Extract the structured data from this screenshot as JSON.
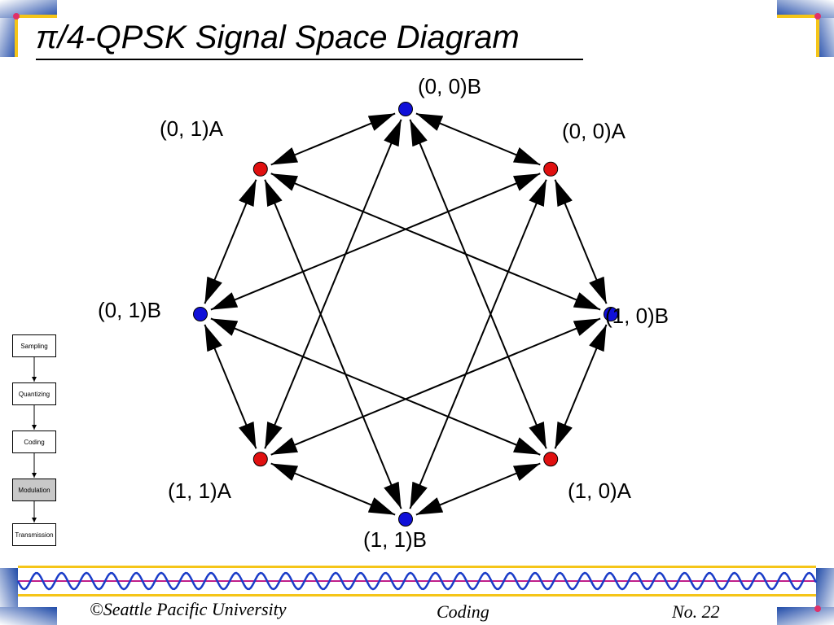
{
  "slide": {
    "title": "π/4-QPSK Signal Space Diagram"
  },
  "diagram": {
    "points": [
      {
        "id": "B00",
        "label": "(0, 0)B",
        "color": "blue"
      },
      {
        "id": "A00",
        "label": "(0, 0)A",
        "color": "red"
      },
      {
        "id": "B10",
        "label": "(1, 0)B",
        "color": "blue"
      },
      {
        "id": "A10",
        "label": "(1, 0)A",
        "color": "red"
      },
      {
        "id": "B11",
        "label": "(1, 1)B",
        "color": "blue"
      },
      {
        "id": "A11",
        "label": "(1, 1)A",
        "color": "red"
      },
      {
        "id": "B01",
        "label": "(0, 1)B",
        "color": "blue"
      },
      {
        "id": "A01",
        "label": "(0, 1)A",
        "color": "red"
      }
    ],
    "colors": {
      "blue": "#1010d8",
      "red": "#e01010",
      "arrow": "#000000"
    }
  },
  "flowchart": {
    "steps": [
      "Sampling",
      "Quantizing",
      "Coding",
      "Modulation",
      "Transmission"
    ],
    "active_step": "Modulation"
  },
  "footer": {
    "left": "©Seattle Pacific University",
    "center": "Coding",
    "right": "No. 22"
  },
  "theme": {
    "band_gold": "#f5c518",
    "wave_blue": "#1a3cc8",
    "wave_magenta": "#c0208a",
    "corner_blue": "#1f4aa8",
    "corner_gold": "#f5c518"
  }
}
